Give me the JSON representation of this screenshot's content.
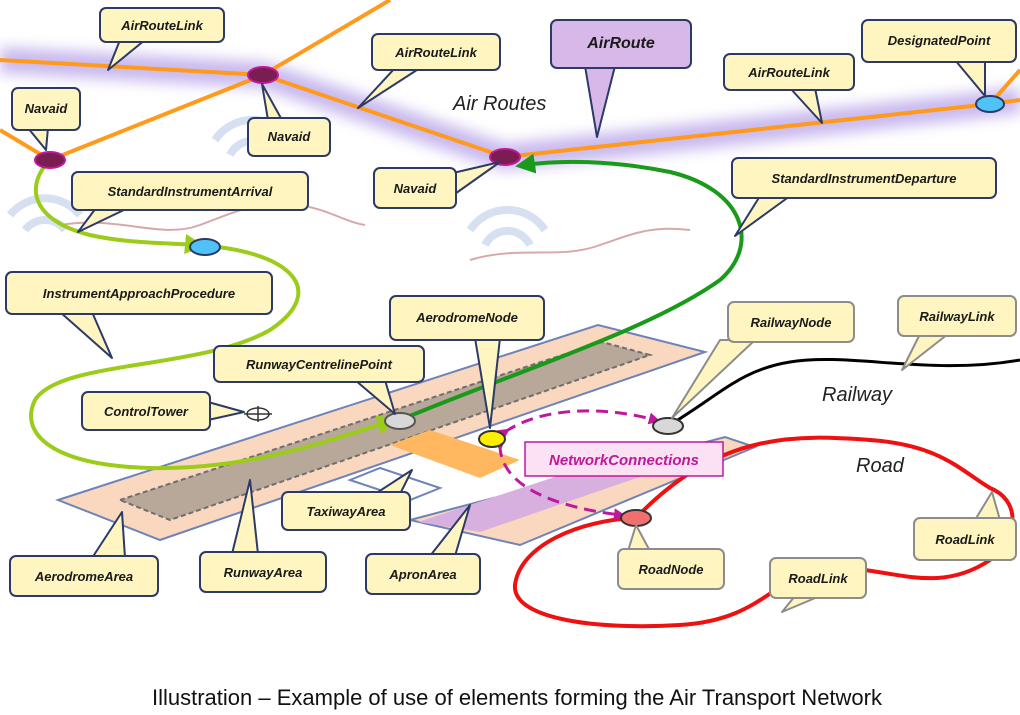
{
  "regions": {
    "air_routes": "Air Routes",
    "railway": "Railway",
    "road": "Road"
  },
  "labels": {
    "air_route_link_1": "AirRouteLink",
    "air_route_link_2": "AirRouteLink",
    "air_route_link_3": "AirRouteLink",
    "air_route": "AirRoute",
    "designated_point": "DesignatedPoint",
    "navaid_1": "Navaid",
    "navaid_2": "Navaid",
    "navaid_3": "Navaid",
    "standard_instrument_arrival": "StandardInstrumentArrival",
    "standard_instrument_departure": "StandardInstrumentDeparture",
    "instrument_approach_procedure": "InstrumentApproachProcedure",
    "aerodrome_node": "AerodromeNode",
    "runway_centreline_point": "RunwayCentrelinePoint",
    "control_tower": "ControlTower",
    "taxiway_area": "TaxiwayArea",
    "aerodrome_area": "AerodromeArea",
    "runway_area": "RunwayArea",
    "apron_area": "ApronArea",
    "railway_node": "RailwayNode",
    "railway_link": "RailwayLink",
    "network_connections": "NetworkConnections",
    "road_node": "RoadNode",
    "road_link_1": "RoadLink",
    "road_link_2": "RoadLink"
  },
  "caption": "Illustration – Example of use of elements forming the Air Transport Network",
  "colors": {
    "air_route": "#FF9A1A",
    "air_route_glow": "#9B7FE0",
    "navaid": "#7A1E52",
    "designated_point": "#4FC3F7",
    "arrival_approach": "#9CCC1A",
    "departure": "#1A9A1A",
    "railway": "#000000",
    "road": "#EE1111",
    "network_connections": "#C0189A",
    "aerodrome_area": "#FAD8C0",
    "runway_area": "#B8A89A",
    "apron_area": "#D8B0E0",
    "taxiway_area": "#FFB860",
    "callout_fill": "#FFF5C0",
    "callout_border": "#2B3A67",
    "aerodrome_node": "#FFEE00",
    "road_node": "#F07070"
  }
}
